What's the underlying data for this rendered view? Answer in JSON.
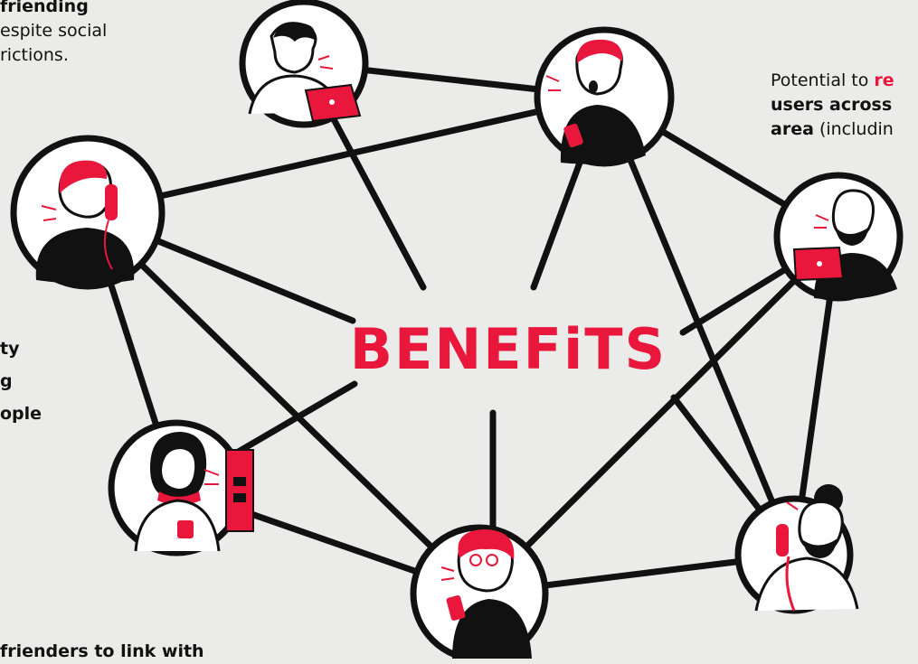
{
  "center_label": "BENEFiTS",
  "colors": {
    "accent": "#e8173b",
    "ink": "#111111",
    "background": "#ebebea",
    "circle_fill": "#ffffff"
  },
  "text_blocks": {
    "top_left": {
      "line1": "friending",
      "line2": "espite social",
      "line3": "rictions."
    },
    "top_right": {
      "line1_plain": "Potential to ",
      "line1_red": "re",
      "line2": "users across",
      "line3_bold": "area",
      "line3_plain": " (includin"
    },
    "left_mid": {
      "line1": "ty",
      "line2": "g",
      "line3": "ople"
    },
    "bottom": {
      "line1": "frienders to link with"
    }
  },
  "people": [
    {
      "id": "laptop-man-top",
      "icon": "person-laptop-icon"
    },
    {
      "id": "surprised-phone-top-right",
      "icon": "person-phone-surprised-icon"
    },
    {
      "id": "phone-call-woman-left",
      "icon": "person-landline-icon"
    },
    {
      "id": "bald-man-laptop-right",
      "icon": "person-laptop-icon"
    },
    {
      "id": "hijab-woman-mug-bottom-left",
      "icon": "person-mug-icon"
    },
    {
      "id": "curly-woman-phone-bottom",
      "icon": "person-phone-icon"
    },
    {
      "id": "bun-man-phone-bottom-right",
      "icon": "person-landline-icon"
    }
  ]
}
